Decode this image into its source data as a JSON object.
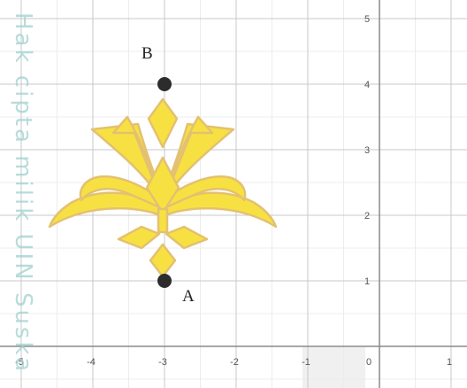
{
  "axes": {
    "x_ticks": [
      "-5",
      "-4",
      "-3",
      "-2",
      "-1",
      "0",
      "1"
    ],
    "y_ticks": [
      "1",
      "2",
      "3",
      "4",
      "5"
    ],
    "grid_color": "#c9c9c9",
    "minor_grid_color": "#ececec",
    "axis_color": "#8a8a8a",
    "shaded_band_color": "#f0f0f0"
  },
  "points": [
    {
      "label": "B",
      "x": -3,
      "y": 4
    },
    {
      "label": "A",
      "x": -3,
      "y": 1
    }
  ],
  "motif": {
    "fill_color": "#f7e142",
    "outline_color": "#e3c170"
  },
  "watermark": "Hak cipta milik UIN Suska"
}
